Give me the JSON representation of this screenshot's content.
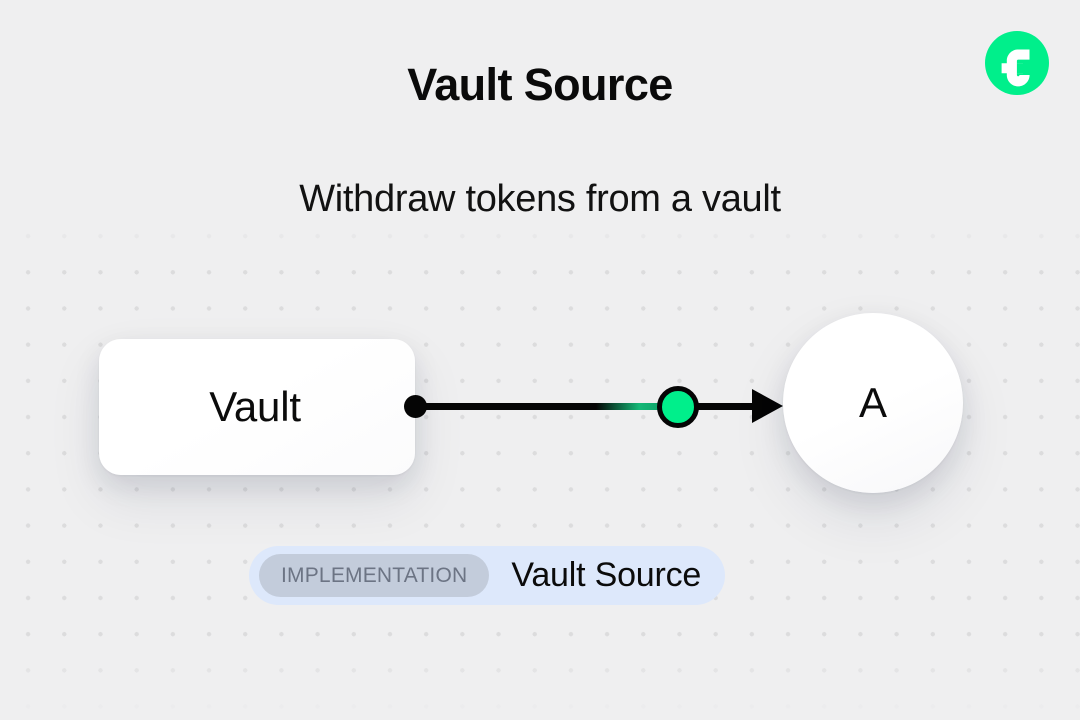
{
  "header": {
    "title": "Vault Source",
    "subtitle": "Withdraw tokens from a vault"
  },
  "brand": {
    "logo_icon": "flow-logo-icon",
    "logo_color": "#00ef8b",
    "logo_mark_color": "#ffffff"
  },
  "diagram": {
    "nodes": [
      {
        "id": "vault",
        "label": "Vault",
        "shape": "rounded-rect"
      },
      {
        "id": "a",
        "label": "A",
        "shape": "circle"
      }
    ],
    "edge": {
      "from": "vault",
      "to": "a",
      "source_dot_color": "#050505",
      "midpoint_dot_color": "#00ef8b",
      "line_color": "#050505",
      "arrow_direction": "right"
    }
  },
  "badge": {
    "tag_label": "IMPLEMENTATION",
    "name": "Vault Source",
    "background_color": "#dde8fb",
    "tag_background_color": "#c3ccdb",
    "tag_text_color": "#6c7484"
  },
  "canvas": {
    "background_color": "#efeff0",
    "dot_color": "#dcdcdd"
  }
}
